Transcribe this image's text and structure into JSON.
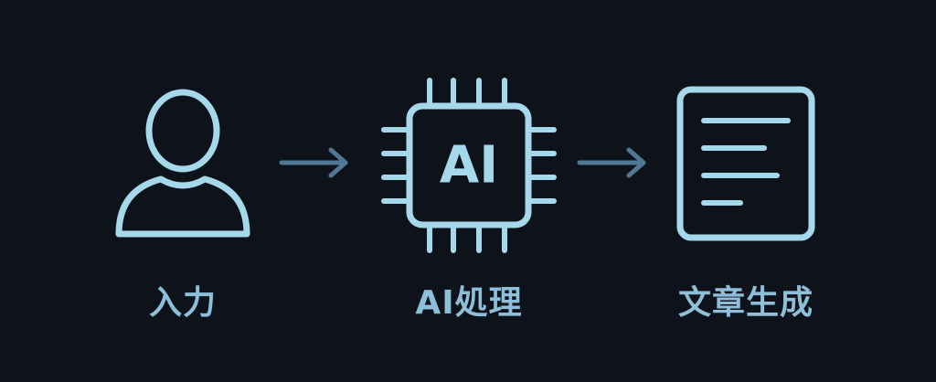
{
  "steps": [
    {
      "label": "入力",
      "icon": "user-icon"
    },
    {
      "label": "AI処理",
      "icon": "ai-chip-icon",
      "chip_text": "AI"
    },
    {
      "label": "文章生成",
      "icon": "document-icon"
    }
  ],
  "arrows": [
    {
      "icon": "arrow-right-icon"
    },
    {
      "icon": "arrow-right-icon"
    }
  ],
  "colors": {
    "background": "#0e131b",
    "icon_stroke": "#a6d8ec",
    "arrow": "#4f7894",
    "label_text": "#8fbfd8"
  }
}
